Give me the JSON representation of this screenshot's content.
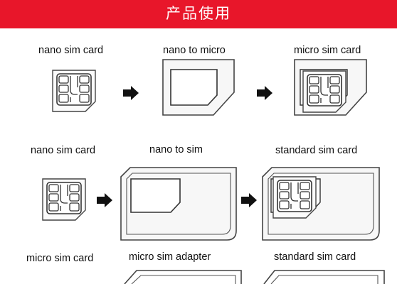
{
  "header": {
    "title": "产品使用",
    "color": "#e8162a"
  },
  "rows": [
    {
      "labels": [
        "nano sim card",
        "nano to micro",
        "micro sim card"
      ]
    },
    {
      "labels": [
        "nano sim card",
        "nano to sim",
        "standard sim card"
      ]
    },
    {
      "labels": [
        "micro sim card",
        "micro sim adapter",
        "standard sim card"
      ]
    }
  ],
  "icons": [
    "nano-sim-icon",
    "arrow-right-icon",
    "micro-adapter-icon",
    "standard-adapter-icon"
  ]
}
